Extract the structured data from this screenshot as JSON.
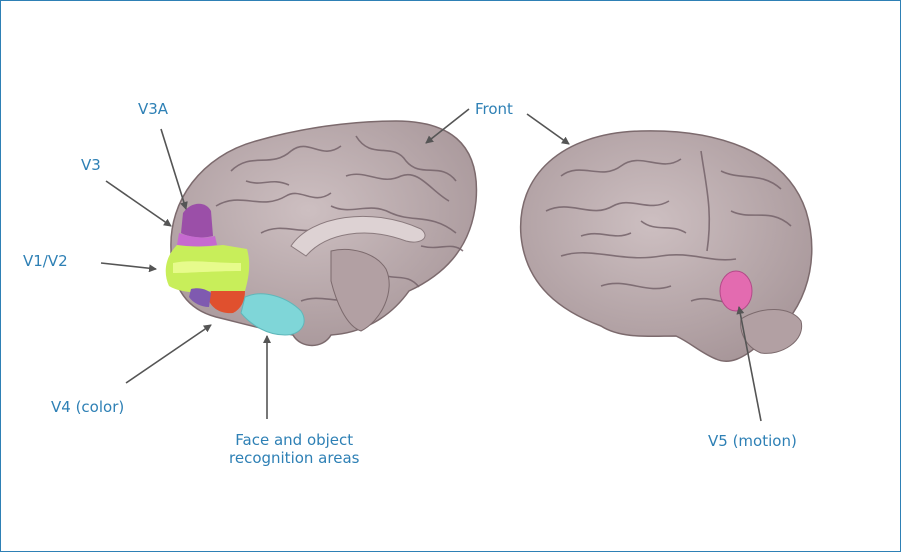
{
  "labels": {
    "v3a": "V3A",
    "v3": "V3",
    "v1v2": "V1/V2",
    "v4": "V4 (color)",
    "face": "Face and object\nrecognition areas",
    "front": "Front",
    "v5": "V5 (motion)"
  },
  "colors": {
    "label_text": "#2e80b5",
    "border": "#2e80b5",
    "arrow": "#555555",
    "brain": "#b9a9ab",
    "sulci": "#6f5b5e",
    "v3a_region": "#9b4fa8",
    "v3_region": "#c66ad0",
    "v1v2_region": "#c8ee5a",
    "v4_region": "#e0502e",
    "face_region": "#7fd6d8",
    "v5_region": "#e36bb0"
  }
}
